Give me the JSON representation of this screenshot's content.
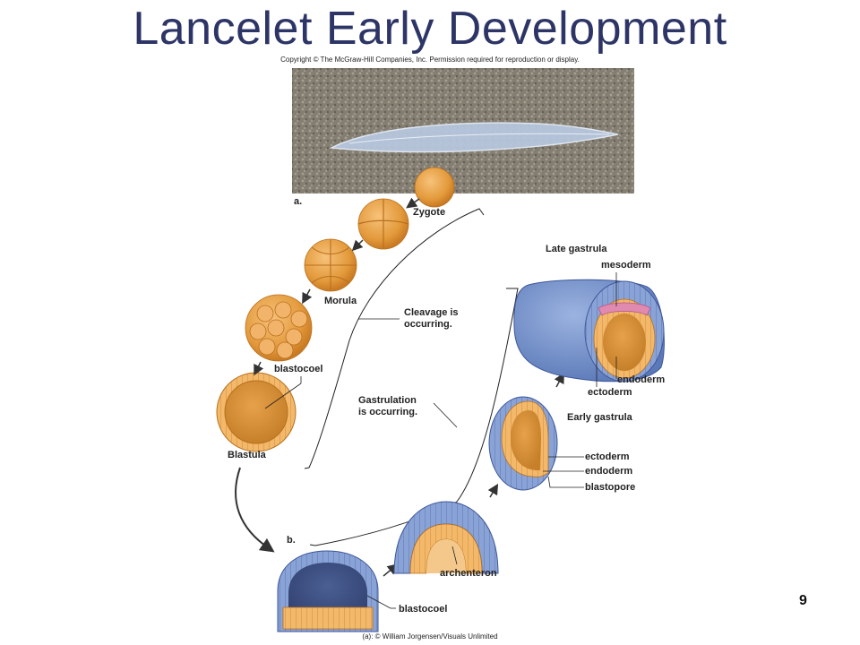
{
  "title": "Lancelet Early Development",
  "copyright": "Copyright © The McGraw-Hill Companies, Inc. Permission required for reproduction or display.",
  "panels": {
    "a": "a.",
    "b": "b."
  },
  "stages": {
    "zygote": "Zygote",
    "morula": "Morula",
    "blastocoel_top": "blastocoel",
    "blastula": "Blastula",
    "cleavage_line1": "Cleavage is",
    "cleavage_line2": "occurring.",
    "gastrulation_line1": "Gastrulation",
    "gastrulation_line2": "is occurring.",
    "late_gastrula": "Late gastrula",
    "mesoderm": "mesoderm",
    "endoderm_late": "endoderm",
    "ectoderm_late": "ectoderm",
    "early_gastrula": "Early gastrula",
    "ectoderm_early": "ectoderm",
    "endoderm_early": "endoderm",
    "blastopore": "blastopore",
    "archenteron": "archenteron",
    "blastocoel_bottom": "blastocoel"
  },
  "credit": "(a): © William Jorgensen/Visuals Unlimited",
  "slide_number": "9",
  "colors": {
    "title": "#2d3566",
    "cell_orange": "#e8a44a",
    "ectoderm_blue": "#6f8fc9",
    "mesoderm_pink": "#e08ab0"
  }
}
